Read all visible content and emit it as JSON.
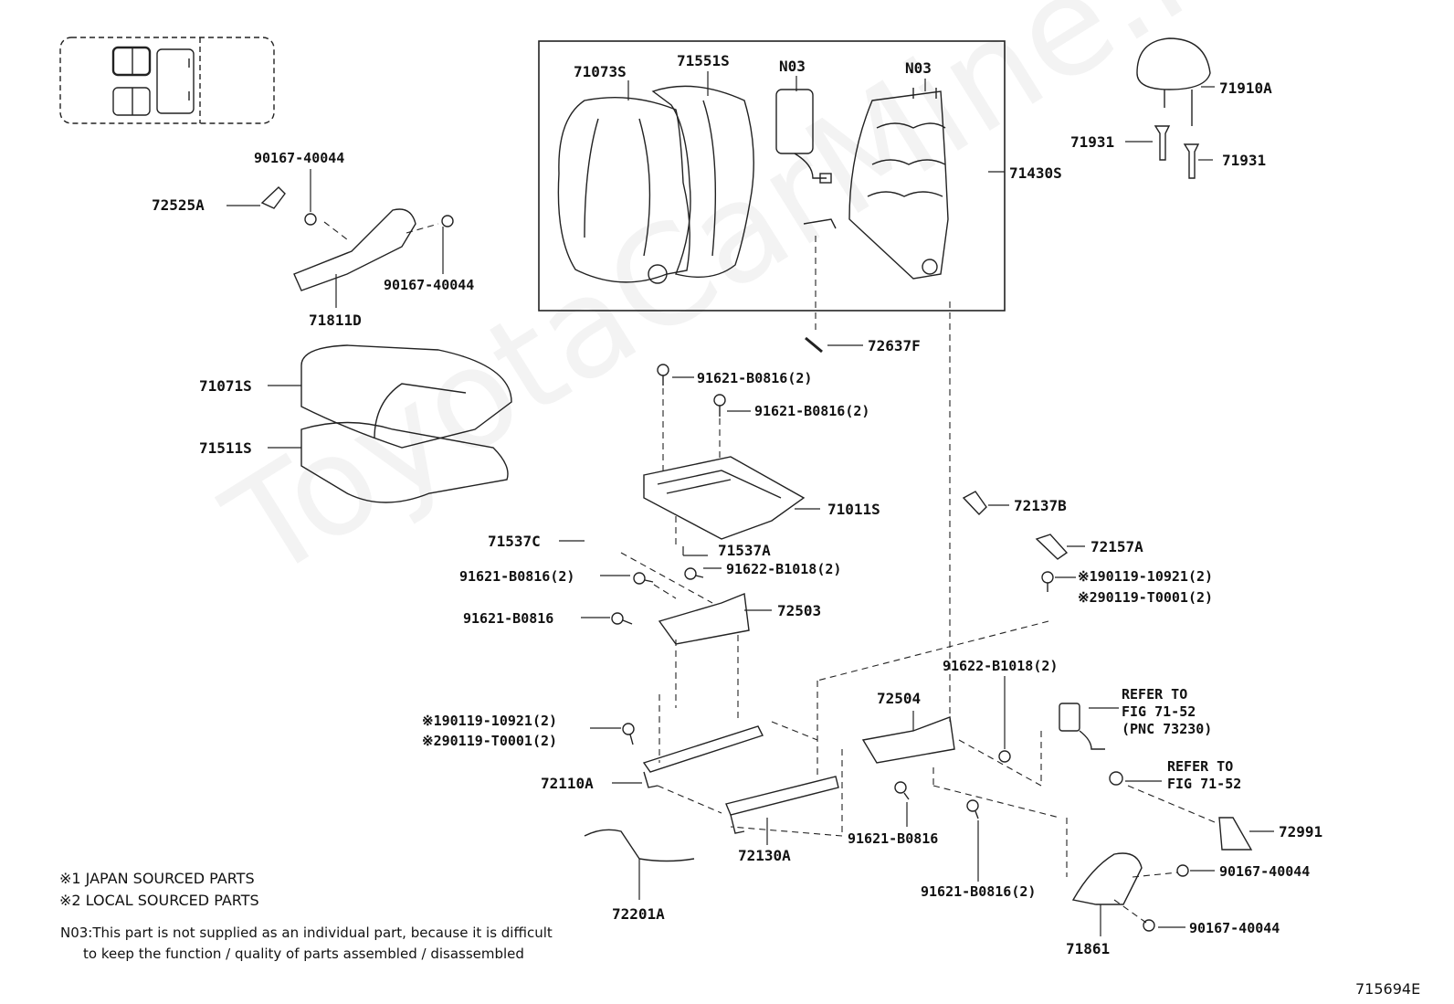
{
  "watermark": "ToyotaCarMine.ru",
  "figure_code": "715694E",
  "labels": {
    "p71073S": "71073S",
    "p71551S": "71551S",
    "pN03a": "N03",
    "pN03b": "N03",
    "p71430S": "71430S",
    "p71910A": "71910A",
    "p71931a": "71931",
    "p71931b": "71931",
    "p90167_40044a": "90167-40044",
    "p72525A": "72525A",
    "p90167_40044b": "90167-40044",
    "p71811D": "71811D",
    "p72637F": "72637F",
    "p71071S": "71071S",
    "p91621_B0816_2a": "91621-B0816(2)",
    "p91621_B0816_2b": "91621-B0816(2)",
    "p71511S": "71511S",
    "p71011S": "71011S",
    "p72137B": "72137B",
    "p71537C": "71537C",
    "p71537A": "71537A",
    "p72157A": "72157A",
    "p91621_B0816_2c": "91621-B0816(2)",
    "p91622_B1018_2a": "91622-B1018(2)",
    "p90119_10921a": "※190119-10921(2)",
    "p90119_T0001a": "※290119-T0001(2)",
    "p91621_B0816a": "91621-B0816",
    "p72503": "72503",
    "p91622_B1018_2b": "91622-B1018(2)",
    "p72504": "72504",
    "p90119_10921b": "※190119-10921(2)",
    "p90119_T0001b": "※290119-T0001(2)",
    "refer1_line1": "REFER TO",
    "refer1_line2": "FIG 71-52",
    "refer1_line3": "(PNC 73230)",
    "refer2_line1": "REFER TO",
    "refer2_line2": "FIG 71-52",
    "p72110A": "72110A",
    "p72991": "72991",
    "p91621_B0816b": "91621-B0816",
    "p72130A": "72130A",
    "p90167_40044c": "90167-40044",
    "p91621_B0816_2d": "91621-B0816(2)",
    "p72201A": "72201A",
    "p90167_40044d": "90167-40044",
    "p71861": "71861"
  },
  "notes": {
    "note1": "※1 JAPAN SOURCED PARTS",
    "note2": "※2 LOCAL SOURCED PARTS",
    "note3_line1": "N03:This part is not supplied as an individual part, because it is difficult",
    "note3_line2": "to keep the function / quality of parts assembled / disassembled"
  }
}
